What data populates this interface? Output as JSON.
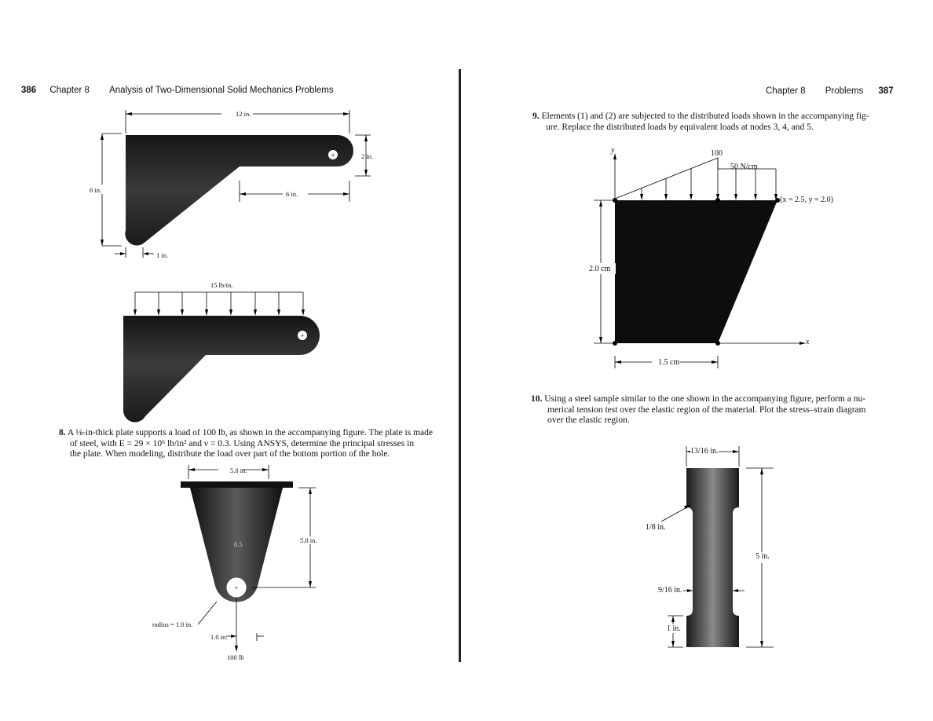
{
  "left_page": {
    "page_number": "386",
    "chapter": "Chapter 8",
    "section_title": "Analysis of Two-Dimensional Solid Mechanics Problems",
    "figure1": {
      "dim_width": "12 in.",
      "dim_hole": "2 in.",
      "dim_height": "6 in.",
      "dim_arm": "6 in.",
      "dim_thickness": "1 in."
    },
    "figure2": {
      "load": "15 lb/in."
    },
    "problem8": {
      "number": "8.",
      "text_line1": "A ⅛-in-thick plate supports a load of 100 lb, as shown in the accompanying figure. The plate is made",
      "text_line2": "of steel, with E = 29 × 10⁶ lb/in² and ν = 0.3. Using ANSYS, determine the principal stresses in",
      "text_line3": "the plate. When modeling, distribute the load over part of the bottom portion of the hole."
    },
    "figure3": {
      "dim_width": "5.0 in.",
      "dim_height": "5.0 in.",
      "radius": "radius = 1.0 in.",
      "dim_offset": "1.0 in.",
      "load": "100 lb",
      "hole_label": "0.5"
    }
  },
  "right_page": {
    "chapter": "Chapter 8",
    "section": "Problems",
    "page_number": "387",
    "problem9": {
      "number": "9.",
      "text_line1": "Elements (1) and (2) are subjected to the distributed loads shown in the accompanying fig-",
      "text_line2": "ure. Replace the distributed loads by equivalent loads at nodes 3, 4, and 5."
    },
    "figure4": {
      "y_axis": "y",
      "x_axis": "x",
      "peak_load": "100",
      "uniform_load": "50 N/cm",
      "point_label": "(x = 2.5, y = 2.0)",
      "dim_height": "2.0 cm",
      "dim_width": "1.5 cm"
    },
    "problem10": {
      "number": "10.",
      "text_line1": "Using a steel sample similar to the one shown in the accompanying figure, perform a nu-",
      "text_line2": "merical tension test over the elastic region of the material. Plot the stress–strain diagram",
      "text_line3": "over the elastic region."
    },
    "figure5": {
      "dim_top": "13/16 in.",
      "fillet": "1/8 in.",
      "length": "5 in.",
      "dim_neck": "9/16 in.",
      "dim_grip": "1 in."
    }
  }
}
